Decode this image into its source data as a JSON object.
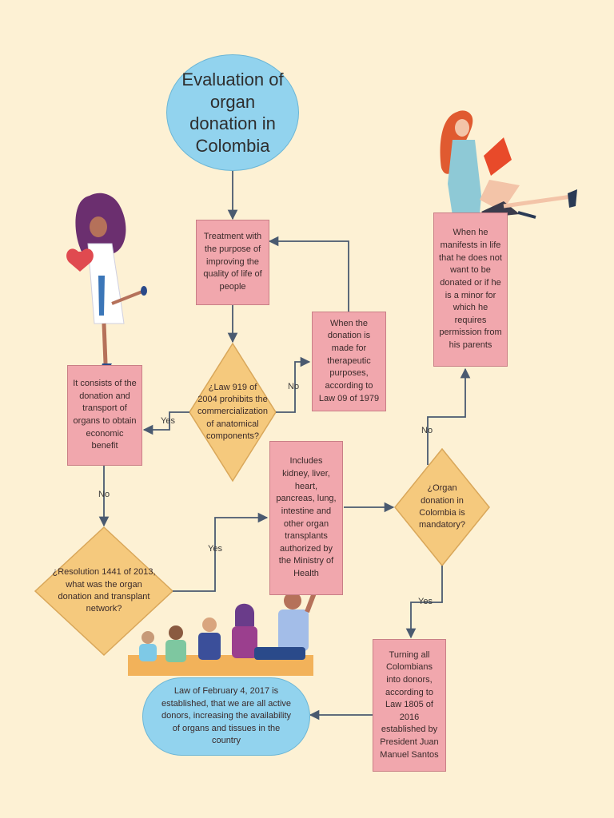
{
  "title": "Evaluation of organ donation in Colombia",
  "nodes": {
    "treatment": "Treatment with the purpose of improving the quality of life of people",
    "law919": "¿Law 919 of 2004 prohibits the commercialization of anatomical components?",
    "therapeutic": "When the donation is made for therapeutic purposes, according to Law 09 of 1979",
    "economic": "It consists of the donation and transport of organs to obtain economic benefit",
    "resolution": "¿Resolution 1441 of 2013, what was the organ donation and transplant network?",
    "includes": "Includes kidney, liver, heart, pancreas, lung, intestine and other organ transplants authorized by the Ministry of Health",
    "mandatory": "¿Organ donation in Colombia is mandatory?",
    "manifests": "When he manifests in life that he does not want to be donated or if he is a minor for which he requires permission from his parents",
    "turning": "Turning all Colombians into donors, according to Law 1805 of 2016 established by President Juan Manuel Santos",
    "law2017": "Law of February 4, 2017 is established, that we are all active donors, increasing the availability of organs and tissues in the country"
  },
  "labels": {
    "no_law919": "No",
    "yes_law919": "Yes",
    "no_economic": "No",
    "yes_resolution": "Yes",
    "no_mandatory": "No",
    "yes_mandatory": "Yes"
  },
  "colors": {
    "background": "#fdf1d4",
    "rect_fill": "#f1a7ad",
    "diamond_fill": "#f5c97d",
    "oval_fill": "#92d3ee",
    "arrow": "#4a5a70"
  },
  "illustrations": [
    "woman-holding-heart",
    "woman-reading-book",
    "group-of-people"
  ]
}
